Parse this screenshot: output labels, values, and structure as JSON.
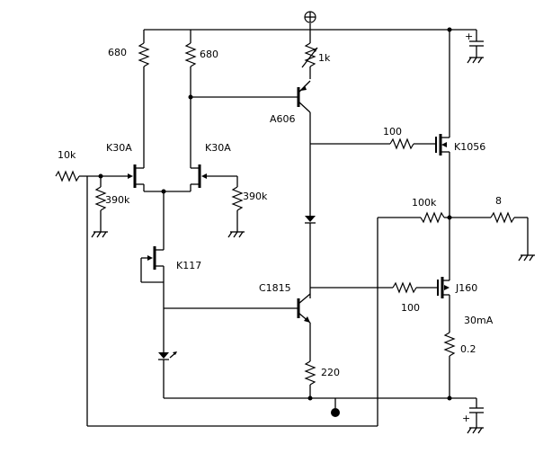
{
  "labels": {
    "r_in": "10k",
    "r_bias_left": "390k",
    "r_bias_right": "390k",
    "r_load_left": "680",
    "r_load_right": "680",
    "r_var": "1k",
    "q_pnp": "A606",
    "q_npn": "C1815",
    "jfet_left": "K30A",
    "jfet_right": "K30A",
    "jfet_cs": "K117",
    "r_gate_top": "100",
    "r_gate_bottom": "100",
    "mosfet_top": "K1056",
    "mosfet_bottom": "J160",
    "r_feedback": "100k",
    "r_load_out": "8",
    "current": "30mA",
    "r_source": "0.2",
    "r_emitter": "220",
    "cap_plus_top": "+",
    "cap_plus_bottom": "+"
  }
}
